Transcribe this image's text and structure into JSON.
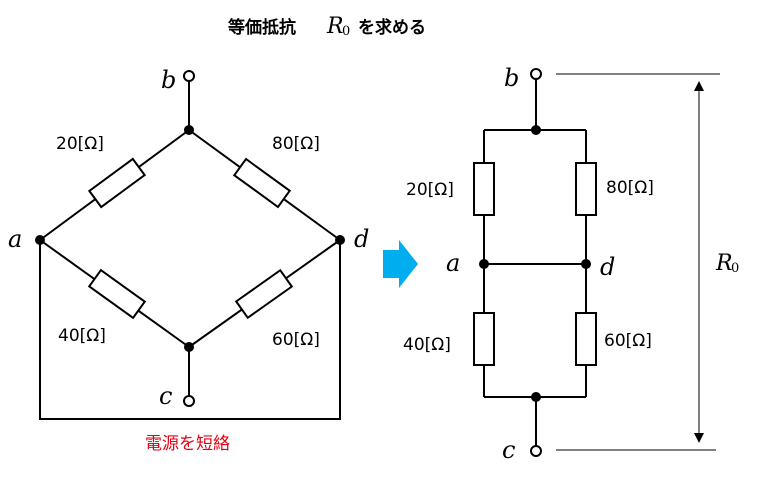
{
  "title": {
    "prefix": "等価抵抗",
    "symbol": "R",
    "subscript": "0",
    "suffix": "を求める"
  },
  "nodes": {
    "a": "a",
    "b": "b",
    "c": "c",
    "d": "d"
  },
  "resistors": {
    "r20": "20[Ω]",
    "r80": "80[Ω]",
    "r40": "40[Ω]",
    "r60": "60[Ω]"
  },
  "short_note": "電源を短絡",
  "equivalent": {
    "symbol": "R",
    "subscript": "0"
  },
  "colors": {
    "accent_arrow": "#00aeef",
    "note_text": "#e60012",
    "line": "#000000"
  }
}
